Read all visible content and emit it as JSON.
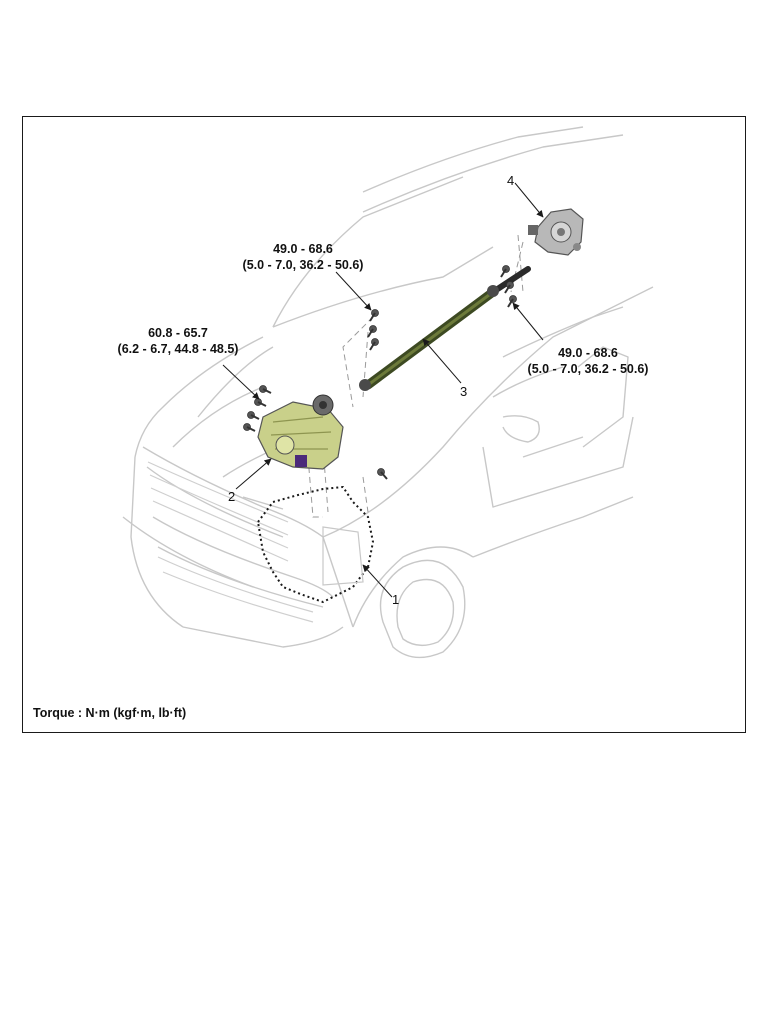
{
  "callouts": {
    "c1": {
      "value": "49.0 - 68.6",
      "units": "(5.0 - 7.0, 36.2 - 50.6)"
    },
    "c2": {
      "value": "60.8 - 65.7",
      "units": "(6.2 - 6.7, 44.8 - 48.5)"
    },
    "c3": {
      "value": "49.0 - 68.6",
      "units": "(5.0 - 7.0, 36.2 - 50.6)"
    }
  },
  "parts": {
    "p1": "1",
    "p2": "2",
    "p3": "3",
    "p4": "4"
  },
  "legend": "Torque : N·m (kgf·m, lb·ft)",
  "colors": {
    "line": "#c8c8c8",
    "dark": "#1a1a1a",
    "shaft": "#3d4a22",
    "gearbox": "#c9d08a",
    "unit": "#b8b8b8"
  }
}
